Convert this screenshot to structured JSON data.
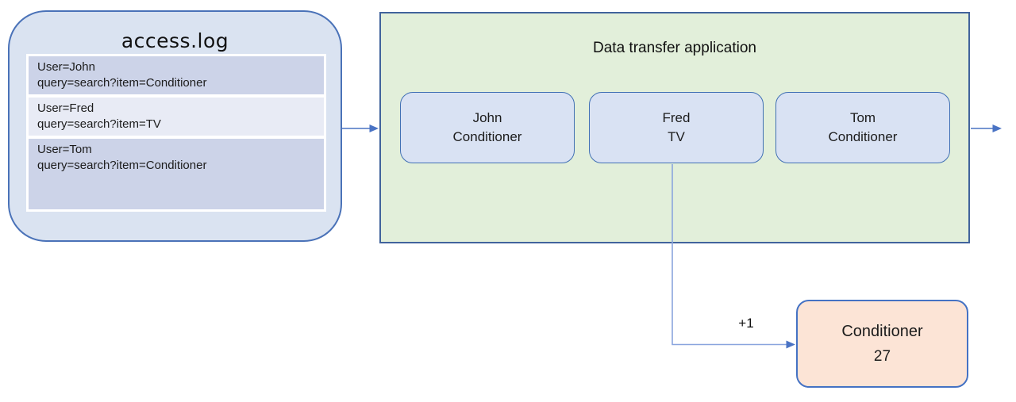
{
  "access_log": {
    "title": "access.log",
    "entries": [
      {
        "user_line": "User=John",
        "query_line": "query=search?item=Conditioner"
      },
      {
        "user_line": "User=Fred",
        "query_line": "query=search?item=TV"
      },
      {
        "user_line": "User=Tom",
        "query_line": "query=search?item=Conditioner"
      }
    ]
  },
  "app": {
    "title": "Data transfer application",
    "records": [
      {
        "user": "John",
        "item": "Conditioner"
      },
      {
        "user": "Fred",
        "item": "TV"
      },
      {
        "user": "Tom",
        "item": "Conditioner"
      }
    ]
  },
  "counter": {
    "item": "Conditioner",
    "count": "27"
  },
  "edge_label": "+1",
  "colors": {
    "log_fill": "#dae3f1",
    "log_border": "#4a72b8",
    "row_dark": "#ccd3e8",
    "row_light": "#e8ebf5",
    "app_fill": "#e2efda",
    "app_border": "#41639c",
    "record_fill": "#d9e2f3",
    "record_border": "#4170b4",
    "counter_fill": "#fce4d6",
    "counter_border": "#4472c4",
    "arrow": "#4a73c4",
    "connector": "#8aa5de"
  }
}
